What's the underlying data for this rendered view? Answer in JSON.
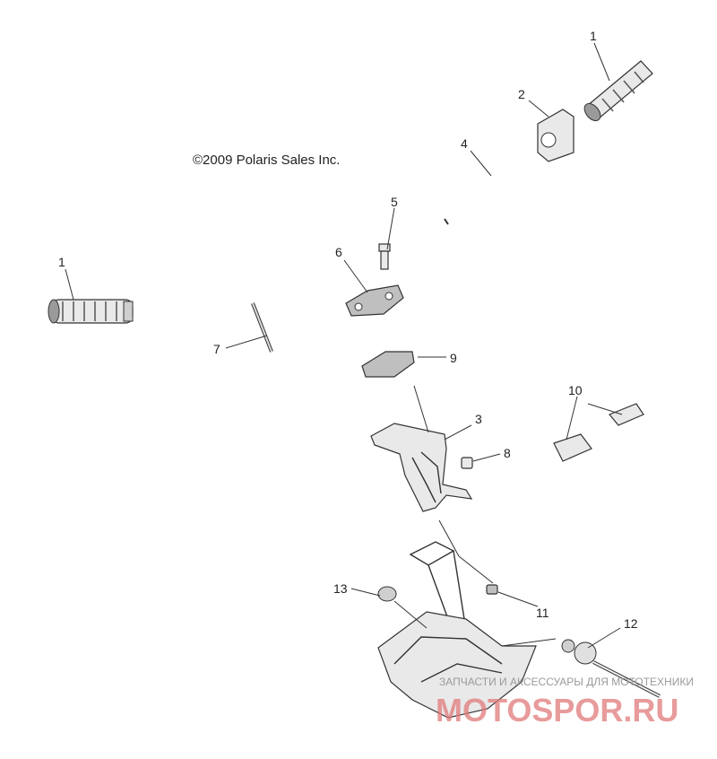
{
  "copyright": "©2009 Polaris Sales Inc.",
  "callouts": [
    "1",
    "2",
    "4",
    "5",
    "6",
    "1",
    "7",
    "9",
    "3",
    "10",
    "8",
    "13",
    "11",
    "12"
  ],
  "watermark": {
    "line1": "ЗАПЧАСТИ И АКСЕССУАРЫ ДЛЯ МОТОТЕХНИКИ",
    "brand": "MOTOSPOR.RU"
  }
}
